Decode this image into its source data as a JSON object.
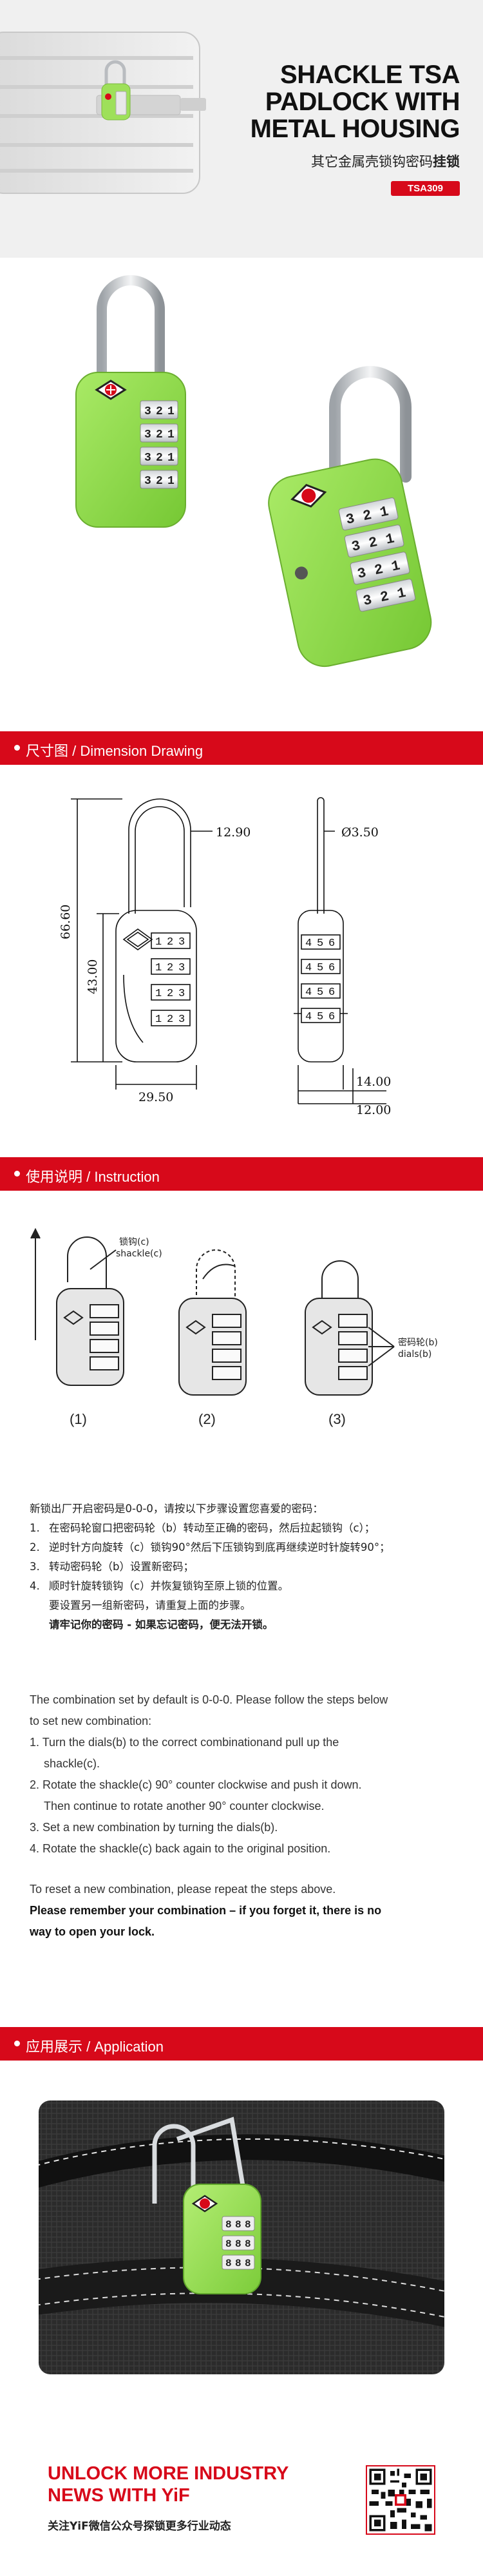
{
  "hero": {
    "title_line1": "SHACKLE TSA",
    "title_line2": "PADLOCK WITH",
    "title_line3": "METAL HOUSING",
    "subtitle_regular": "其它金属壳锁钩密码",
    "subtitle_bold": "挂锁",
    "model": "TSA309"
  },
  "product": {
    "dial_digits_front": [
      "3",
      "2",
      "1"
    ],
    "dial_digits_side": [
      "3",
      "2",
      "1"
    ]
  },
  "sections": {
    "dimension": "尺寸图 / Dimension Drawing",
    "instruction": "使用说明 / Instruction",
    "application": "应用展示 / Application"
  },
  "dimension": {
    "total_height": "66.60",
    "body_height": "43.00",
    "shackle_clearance": "12.90",
    "shackle_diameter": "Ø3.50",
    "body_width": "29.50",
    "depth_a": "14.00",
    "depth_b": "12.00",
    "front_dials": [
      "1",
      "2",
      "3"
    ],
    "side_dials": [
      "4",
      "5",
      "6"
    ]
  },
  "instruction": {
    "fig_labels": [
      "(1)",
      "(2)",
      "(3)"
    ],
    "shackle_label_cn": "锁钩(c)",
    "shackle_label_en": "shackle(c)",
    "dials_label_cn": "密码轮(b)",
    "dials_label_en": "dials(b)",
    "cn_intro": "新锁出厂开启密码是0-0-0，请按以下步骤设置您喜爱的密码：",
    "cn_steps": [
      {
        "num": "1.",
        "text": "在密码轮窗口把密码轮（b）转动至正确的密码，然后拉起锁钩（c）；"
      },
      {
        "num": "2.",
        "text": "逆时针方向旋转（c）锁钩90°然后下压锁钩到底再继续逆时针旋转90°；"
      },
      {
        "num": "3.",
        "text": "转动密码轮（b）设置新密码；"
      },
      {
        "num": "4.",
        "text": "顺时针旋转锁钩（c）并恢复锁钩至原上锁的位置。"
      }
    ],
    "cn_repeat": "要设置另一组新密码，请重复上面的步骤。",
    "cn_warning": "请牢记你的密码 - 如果忘记密码，便无法开锁。",
    "en_intro_1": "The combination set by default is 0-0-0. Please follow the steps below",
    "en_intro_2": "to set new combination:",
    "en_step1_a": "1. Turn the dials(b) to the correct combinationand pull up the",
    "en_step1_b": "shackle(c).",
    "en_step2_a": "2. Rotate the shackle(c) 90° counter clockwise and push it down.",
    "en_step2_b": "Then continue to rotate another 90° counter clockwise.",
    "en_step3": "3. Set a new combination by turning the dials(b).",
    "en_step4": "4. Rotate the shackle(c) back again to the original position.",
    "en_repeat": "To reset a new combination, please repeat the steps above.",
    "en_warning_1": "Please remember your combination – if you forget it, there is no",
    "en_warning_2": "way to open your lock."
  },
  "application": {
    "dial_digits": [
      "8",
      "8",
      "8"
    ]
  },
  "footer": {
    "headline_1": "UNLOCK MORE INDUSTRY",
    "headline_2": "NEWS WITH YiF",
    "cn_caption": "关注YiF微信公众号探锁更多行业动态"
  },
  "colors": {
    "brand_red": "#d7091a",
    "lock_green": "#8fdc4a",
    "metal_silver": "#c9ccd0"
  }
}
